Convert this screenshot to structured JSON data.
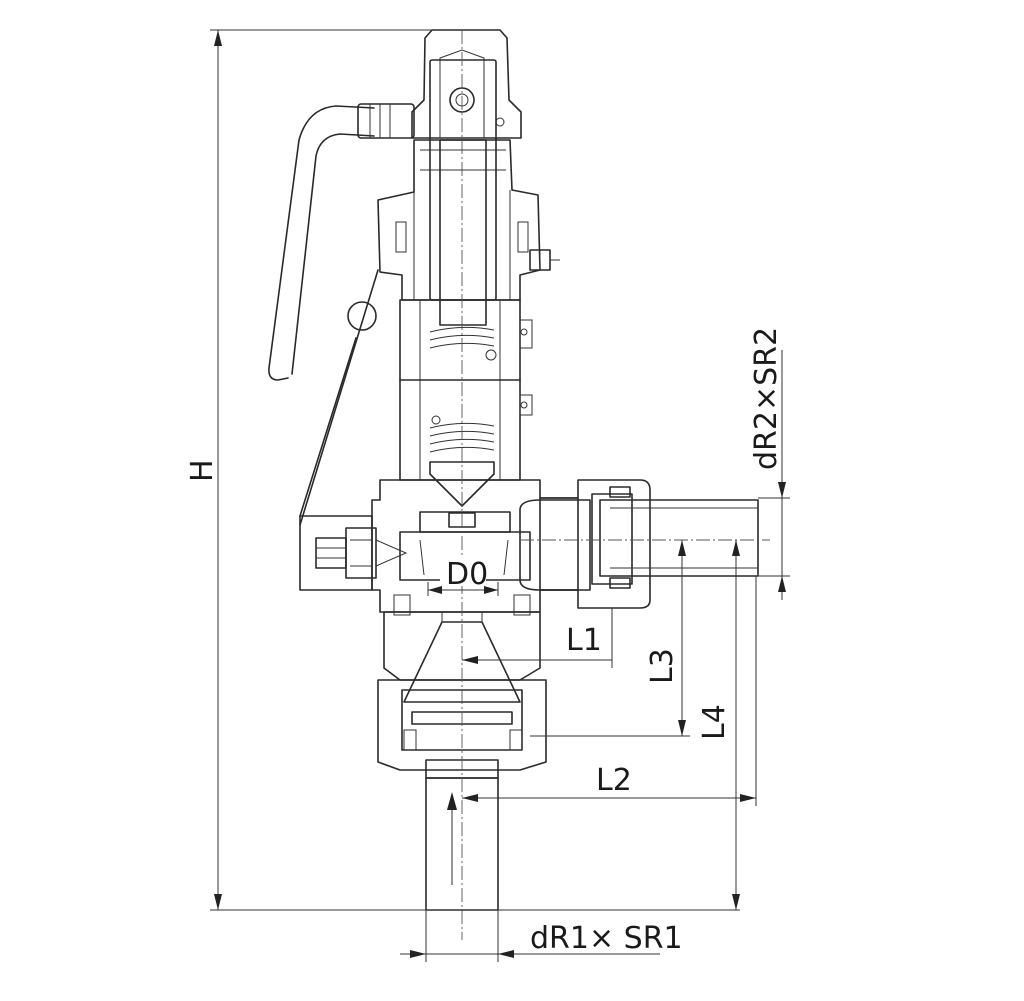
{
  "labels": {
    "H": "H",
    "dR2xSR2": "dR2×SR2",
    "D0": "D0",
    "L1": "L1",
    "L2": "L2",
    "L3": "L3",
    "L4": "L4",
    "dR1xSR1": "dR1× SR1"
  }
}
